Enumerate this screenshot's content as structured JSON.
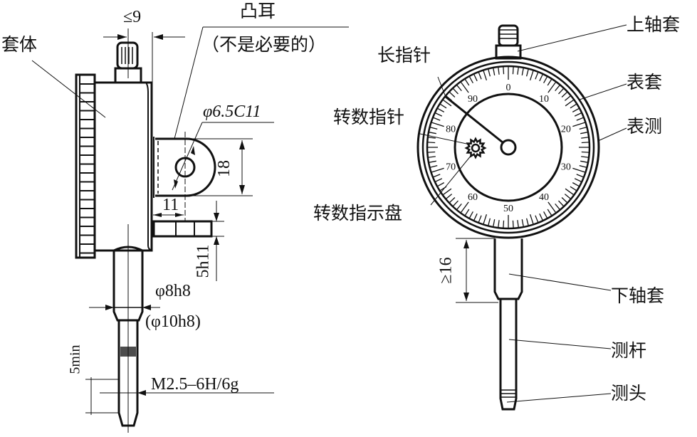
{
  "labels": {
    "housing": "套体",
    "lug": "凸耳",
    "lug_note": "（不是必要的）",
    "long_pointer": "长指针",
    "rev_pointer": "转数指针",
    "rev_dial": "转数指示盘",
    "upper_sleeve": "上轴套",
    "bezel": "表套",
    "gauge": "表测",
    "lower_sleeve": "下轴套",
    "spindle": "测杆",
    "tip": "测头"
  },
  "dimensions": {
    "d_top": "≤9",
    "d_hole": "φ6.5C11",
    "d_18": "18",
    "d_11": "11",
    "d_5h11": "5h11",
    "d_stem": "φ8h8",
    "d_stem_alt": "(φ10h8)",
    "d_5min": "5min",
    "d_thread": "M2.5–6H/6g",
    "d_16": "≥16"
  },
  "dial_numbers": [
    "0",
    "10",
    "20",
    "30",
    "40",
    "50",
    "60",
    "70",
    "80",
    "90"
  ]
}
